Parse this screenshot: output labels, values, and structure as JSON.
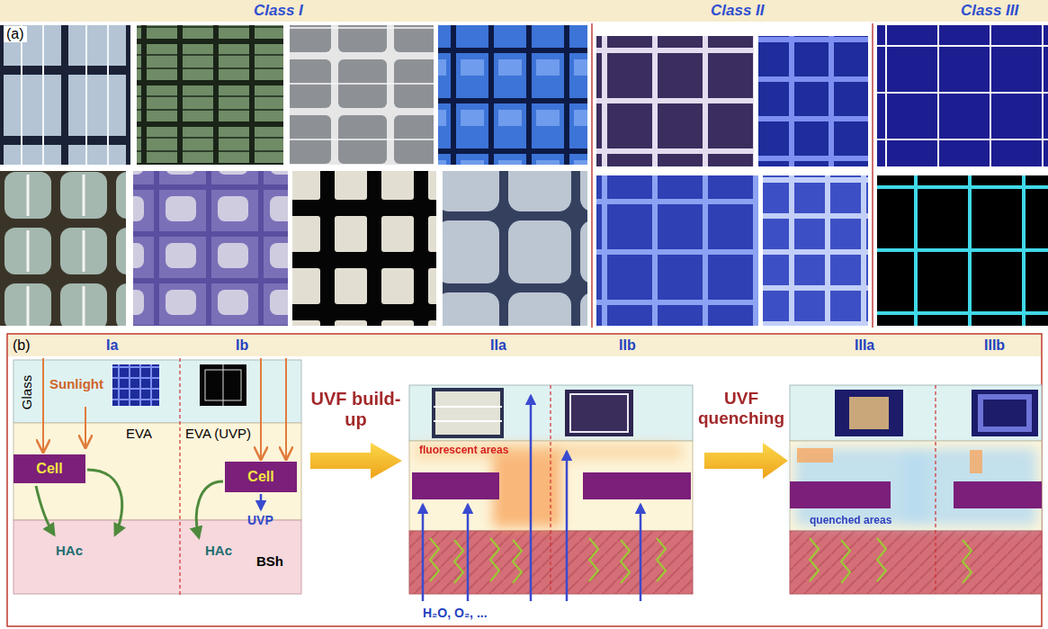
{
  "diagram": {
    "nodes": [
      {
        "text": [
          "Cell"
        ]
      },
      {
        "text": [
          "Cell"
        ]
      }
    ],
    "labels": [
      "(a)",
      "Class I",
      "Class II",
      "Class III",
      "(b)",
      "Ia",
      "Ib",
      "IIa",
      "IIb",
      "IIIa",
      "IIIb",
      "Glass",
      "Sunlight",
      "EVA",
      "HAc",
      "EVA (UVP)",
      "UVP",
      "HAc",
      "BSh",
      "UVF build-up",
      "fluorescent areas",
      "H₂O, O₂, ...",
      "UVF quenching",
      "quenched areas"
    ]
  }
}
